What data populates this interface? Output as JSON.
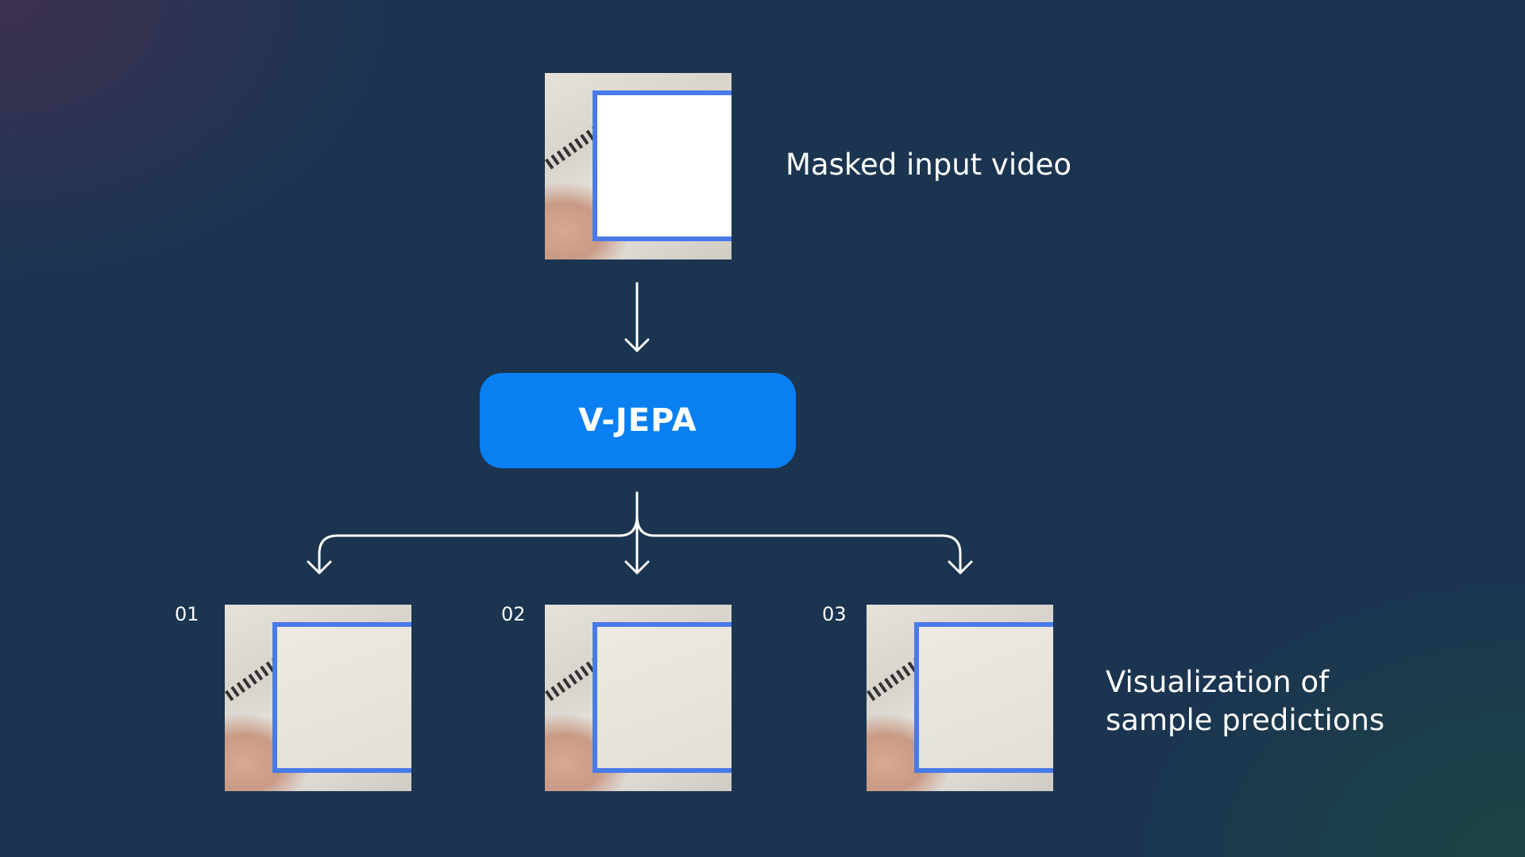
{
  "input": {
    "label": "Masked input video"
  },
  "model": {
    "label": "V-JEPA",
    "color": "#0a7ff2"
  },
  "predictions": {
    "label_line1": "Visualization of",
    "label_line2": "sample predictions",
    "items": [
      {
        "number": "01"
      },
      {
        "number": "02"
      },
      {
        "number": "03"
      }
    ]
  }
}
